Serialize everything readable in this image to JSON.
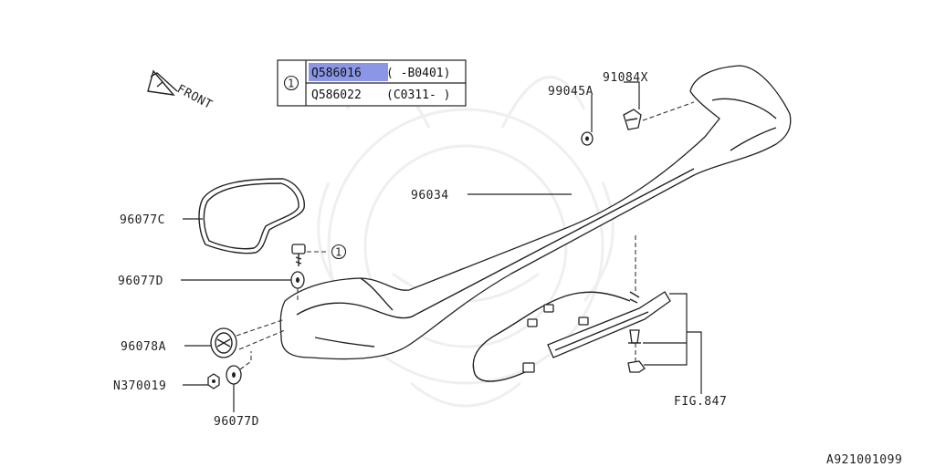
{
  "diagram": {
    "front_label": "FRONT",
    "ref_code": "A921001099",
    "callout_symbol": "1",
    "table": {
      "symbol": "1",
      "rows": [
        {
          "part": "Q586016",
          "range": "( -B0401)",
          "highlighted": true
        },
        {
          "part": "Q586022",
          "range": "(C0311- )",
          "highlighted": false
        }
      ]
    },
    "part_labels": {
      "p91084X": "91084X",
      "p99045A": "99045A",
      "p96034": "96034",
      "p96077C": "96077C",
      "p96077D_top": "96077D",
      "p96078A": "96078A",
      "pN370019": "N370019",
      "p96077D_bottom": "96077D",
      "fig847": "FIG.847"
    },
    "colors": {
      "highlight": "#8b96e6",
      "line": "#222222"
    }
  }
}
